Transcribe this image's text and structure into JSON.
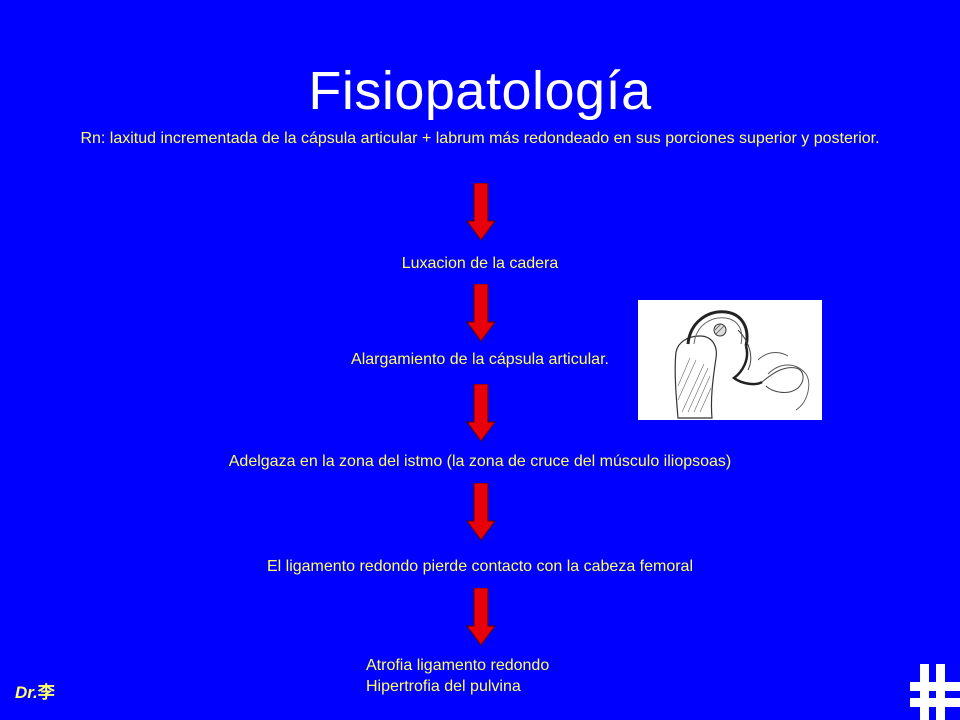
{
  "slide": {
    "title": "Fisiopatología",
    "steps": [
      "Rn: laxitud incrementada de la cápsula articular + labrum más redondeado en sus porciones superior y posterior.",
      "Luxacion de la cadera",
      "Alargamiento de la cápsula articular.",
      "Adelgaza en la zona del istmo (la zona de cruce del músculo iliopsoas)",
      "El ligamento redondo pierde contacto con la cabeza femoral"
    ],
    "final_step": {
      "line1": "Atrofia ligamento redondo",
      "line2": "Hipertrofia del pulvina"
    },
    "signature": {
      "prefix": "Dr.",
      "name": "李"
    }
  },
  "colors": {
    "background": "#0000FF",
    "title": "#FFFFFF",
    "text": "#FFFF66",
    "arrow": "#E8000B"
  },
  "figure": {
    "icon": "hip-joint-drawing-icon"
  },
  "logo": {
    "icon": "cross-logo-icon"
  }
}
